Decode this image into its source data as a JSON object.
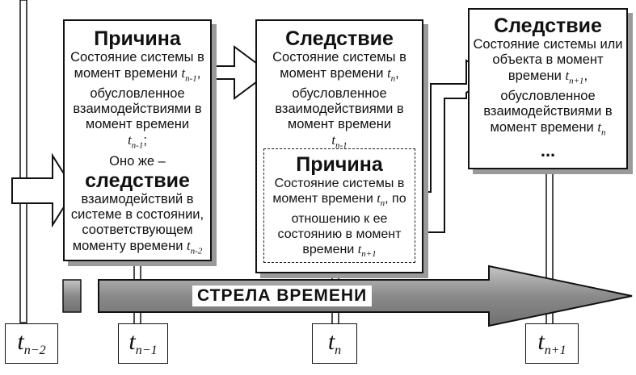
{
  "box1": {
    "title": "Причина",
    "text1": "Состояние системы в момент времени",
    "text2": ", обусловленное взаимодействиями в момент времени",
    "text3": ";",
    "text4": "Оно же –",
    "title2": "следствие",
    "text5": "взаимодействий в системе в состоянии, соответствующем моменту времени"
  },
  "box2": {
    "title": "Следствие",
    "text1": "Состояние системы в момент времени",
    "text2": ", обусловленное взаимодействиями в момент времени",
    "inner": {
      "title": "Причина",
      "text1": "Состояние системы в момент времени",
      "text2": ", по отношению к ее состоянию в момент времени"
    }
  },
  "box3": {
    "title": "Следствие",
    "text1": "Состояние системы или объекта в момент времени",
    "text2": ", обусловленное взаимодействиями в момент времени",
    "ellipsis": "..."
  },
  "time_arrow_label": "СТРЕЛА ВРЕМЕНИ",
  "time_labels": [
    {
      "base": "t",
      "sub": "n−2"
    },
    {
      "base": "t",
      "sub": "n−1"
    },
    {
      "base": "t",
      "sub": "n"
    },
    {
      "base": "t",
      "sub": "n+1"
    }
  ],
  "inline_times": {
    "t_nm2": {
      "base": "t",
      "sub": "n-2"
    },
    "t_nm1": {
      "base": "t",
      "sub": "n-1"
    },
    "t_n": {
      "base": "t",
      "sub": "n"
    },
    "t_np1": {
      "base": "t",
      "sub": "n+1"
    }
  },
  "colors": {
    "line": "#111111",
    "shadow": "#9a9a9a",
    "arrow_fill": "#8c8c8c",
    "arrow_fill_light": "#bdbdbd"
  }
}
